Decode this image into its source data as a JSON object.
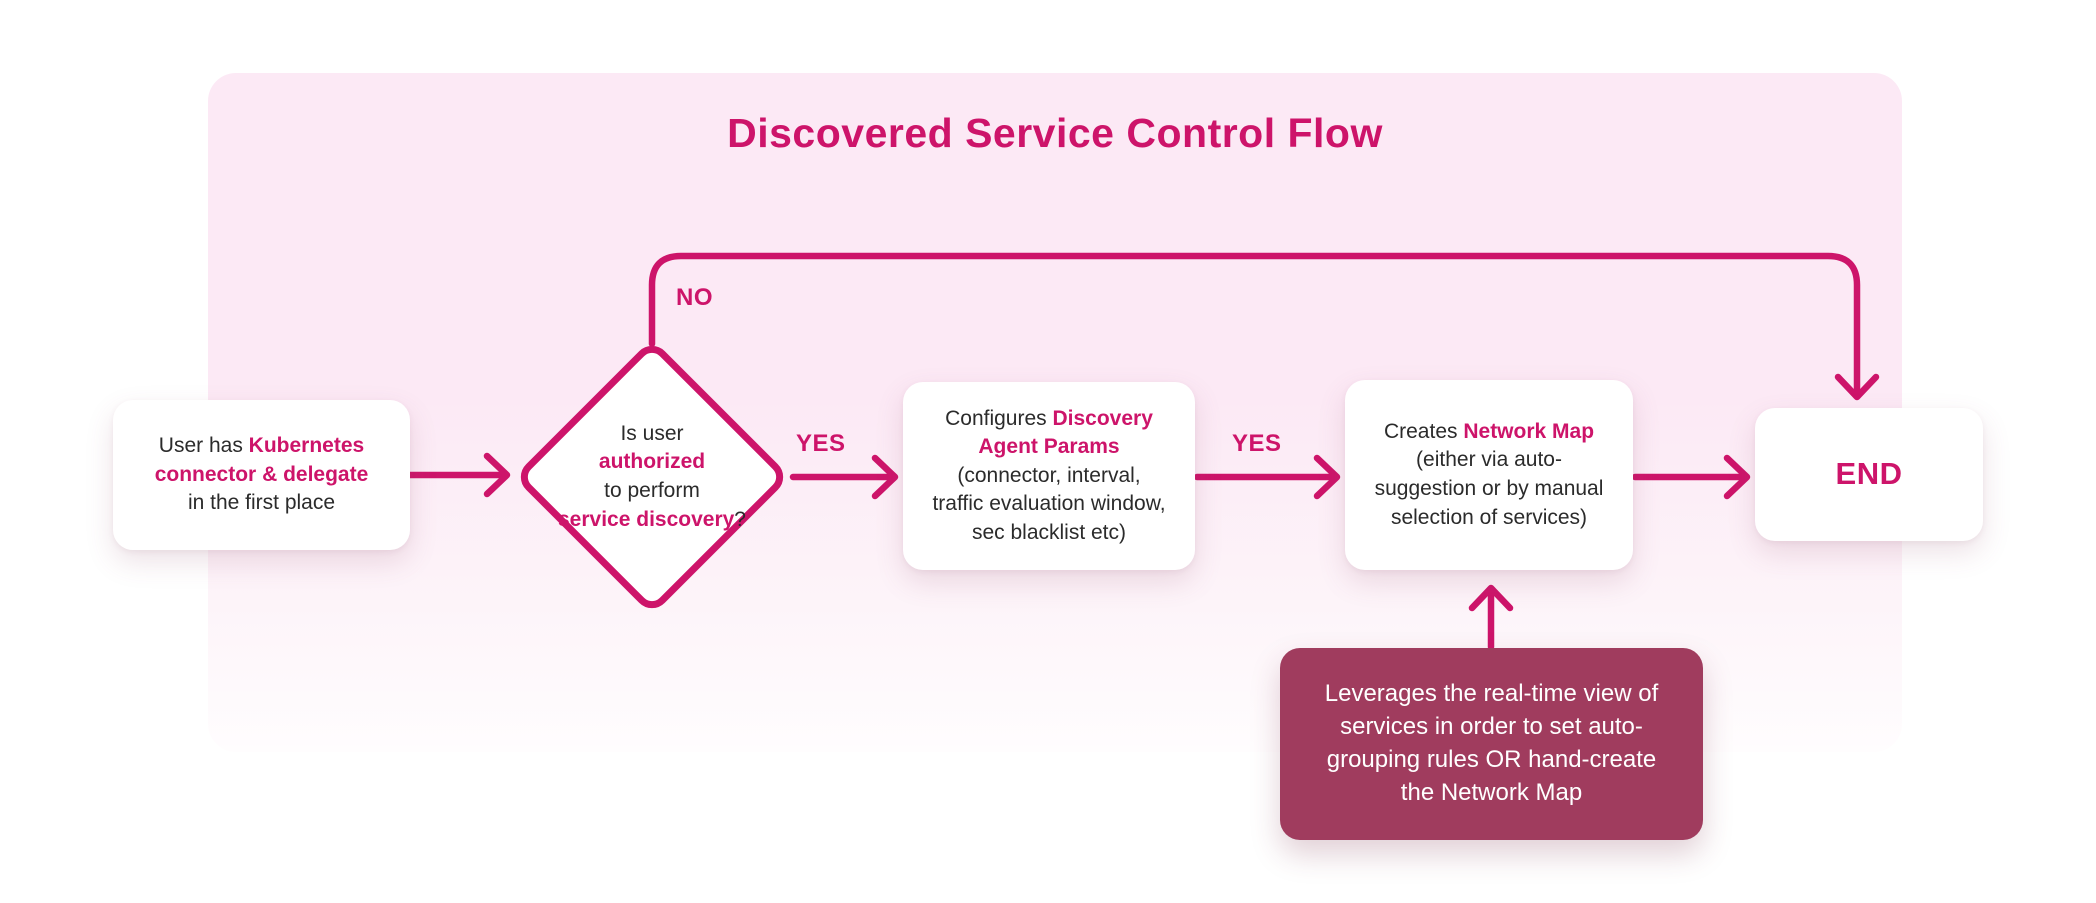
{
  "title": "Discovered Service Control Flow",
  "colors": {
    "accent": "#cd146a",
    "container_pink": "#fce9f5",
    "maroon": "#a03c5e",
    "text_dark": "#2b2b2b",
    "note_text": "#ffffff"
  },
  "nodes": {
    "start": {
      "lines": [
        [
          {
            "t": "User has ",
            "a": 0
          },
          {
            "t": "Kubernetes",
            "a": 1
          }
        ],
        [
          {
            "t": "connector & delegate",
            "a": 1
          }
        ],
        [
          {
            "t": "in the first place",
            "a": 0
          }
        ]
      ]
    },
    "decision": {
      "lines": [
        [
          {
            "t": "Is user",
            "a": 0
          }
        ],
        [
          {
            "t": "authorized",
            "a": 1
          }
        ],
        [
          {
            "t": "to perform",
            "a": 0
          }
        ],
        [
          {
            "t": "service discovery",
            "a": 1
          },
          {
            "t": "?",
            "a": 0
          }
        ]
      ]
    },
    "configure": {
      "lines": [
        [
          {
            "t": "Configures ",
            "a": 0
          },
          {
            "t": "Discovery",
            "a": 1
          }
        ],
        [
          {
            "t": "Agent Params",
            "a": 1
          }
        ],
        [
          {
            "t": "(connector, interval,",
            "a": 0
          }
        ],
        [
          {
            "t": "traffic evaluation window,",
            "a": 0
          }
        ],
        [
          {
            "t": "sec blacklist etc)",
            "a": 0
          }
        ]
      ]
    },
    "create_map": {
      "lines": [
        [
          {
            "t": "Creates ",
            "a": 0
          },
          {
            "t": "Network Map",
            "a": 1
          }
        ],
        [
          {
            "t": "(either via auto-",
            "a": 0
          }
        ],
        [
          {
            "t": "suggestion or by manual",
            "a": 0
          }
        ],
        [
          {
            "t": "selection of services)",
            "a": 0
          }
        ]
      ]
    },
    "end_node": {
      "label": "END"
    },
    "note": {
      "lines": [
        [
          {
            "t": "Leverages the real-time view of",
            "a": 0
          }
        ],
        [
          {
            "t": "services in order to set auto-",
            "a": 0
          }
        ],
        [
          {
            "t": "grouping rules OR hand-create",
            "a": 0
          }
        ],
        [
          {
            "t": "the Network Map",
            "a": 0
          }
        ]
      ]
    }
  },
  "edges": {
    "no_label": "NO",
    "yes1_label": "YES",
    "yes2_label": "YES"
  }
}
